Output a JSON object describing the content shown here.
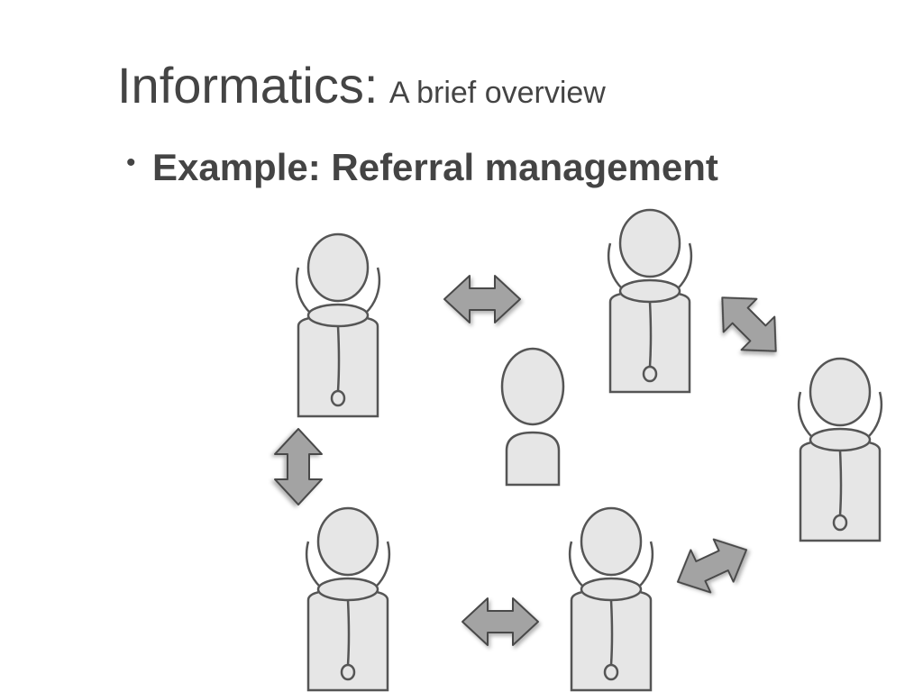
{
  "slide": {
    "title_main": "Informatics:",
    "title_sub": "A brief overview",
    "bullet_symbol": "•",
    "bullet_text": "Example: Referral management"
  },
  "diagram": {
    "physician_icon": "physician-with-stethoscope-icon",
    "patient_icon": "patient-person-icon",
    "arrow_icon": "double-headed-arrow-icon",
    "colors": {
      "figure_fill": "#e6e6e6",
      "figure_stroke": "#555555",
      "arrow_fill": "#a3a3a3",
      "arrow_stroke": "#4a4a4a"
    }
  }
}
